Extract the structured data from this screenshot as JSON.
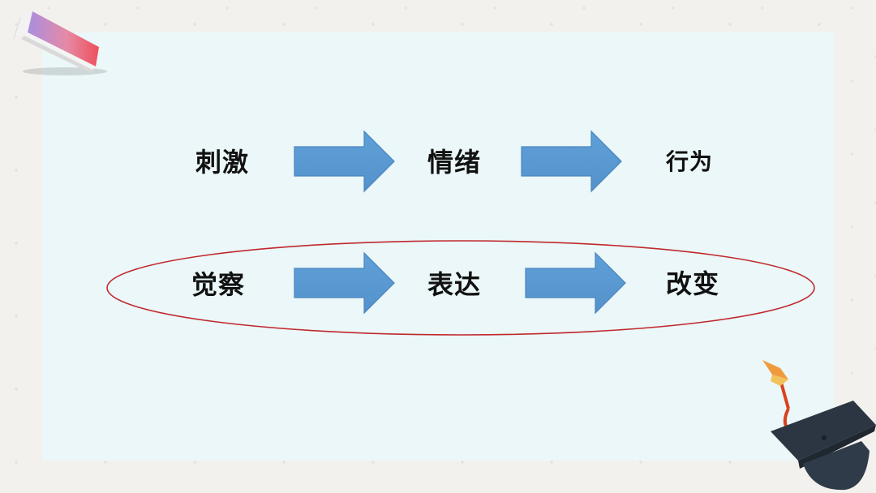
{
  "diagram": {
    "row1": {
      "items": [
        "刺激",
        "情绪",
        "行为"
      ]
    },
    "row2": {
      "items": [
        "觉察",
        "表达",
        "改变"
      ]
    }
  },
  "colors": {
    "panel": "#ebf7f8",
    "arrow_fill": "#5b9bd5",
    "arrow_stroke": "#4a86c0",
    "ellipse_stroke": "#c0282d",
    "text": "#111111"
  }
}
